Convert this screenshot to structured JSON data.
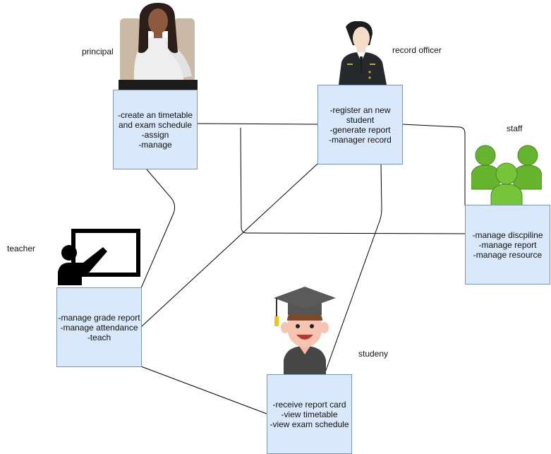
{
  "actors": {
    "principal": {
      "label": "principal",
      "icon": "woman-seated-icon",
      "lines": [
        "-create an timetable",
        "and exam schedule",
        "-assign",
        "-manage"
      ]
    },
    "record_officer": {
      "label": "record officer",
      "icon": "officer-icon",
      "lines": [
        "-register an new",
        "student",
        "-generate report",
        "-manager record"
      ]
    },
    "staff": {
      "label": "staff",
      "icon": "group-icon",
      "lines": [
        "-manage discpiline",
        "-manage report",
        "-manage resource"
      ]
    },
    "teacher": {
      "label": "teacher",
      "icon": "teacher-board-icon",
      "lines": [
        "-manage grade report",
        "-manage attendance",
        "-teach"
      ]
    },
    "student": {
      "label": "studeny",
      "icon": "graduate-icon",
      "lines": [
        "-receive report card",
        "-view timetable",
        "-view exam schedule"
      ]
    }
  },
  "connections": [
    [
      "principal",
      "record_officer"
    ],
    [
      "principal",
      "teacher"
    ],
    [
      "record_officer",
      "teacher"
    ],
    [
      "record_officer",
      "student"
    ],
    [
      "record_officer",
      "staff"
    ],
    [
      "staff",
      "principal"
    ],
    [
      "teacher",
      "student"
    ]
  ],
  "colors": {
    "box_fill": "#dae8fc",
    "box_border": "#7b95b4",
    "staff_green": "#66b32e",
    "line": "#000000"
  }
}
